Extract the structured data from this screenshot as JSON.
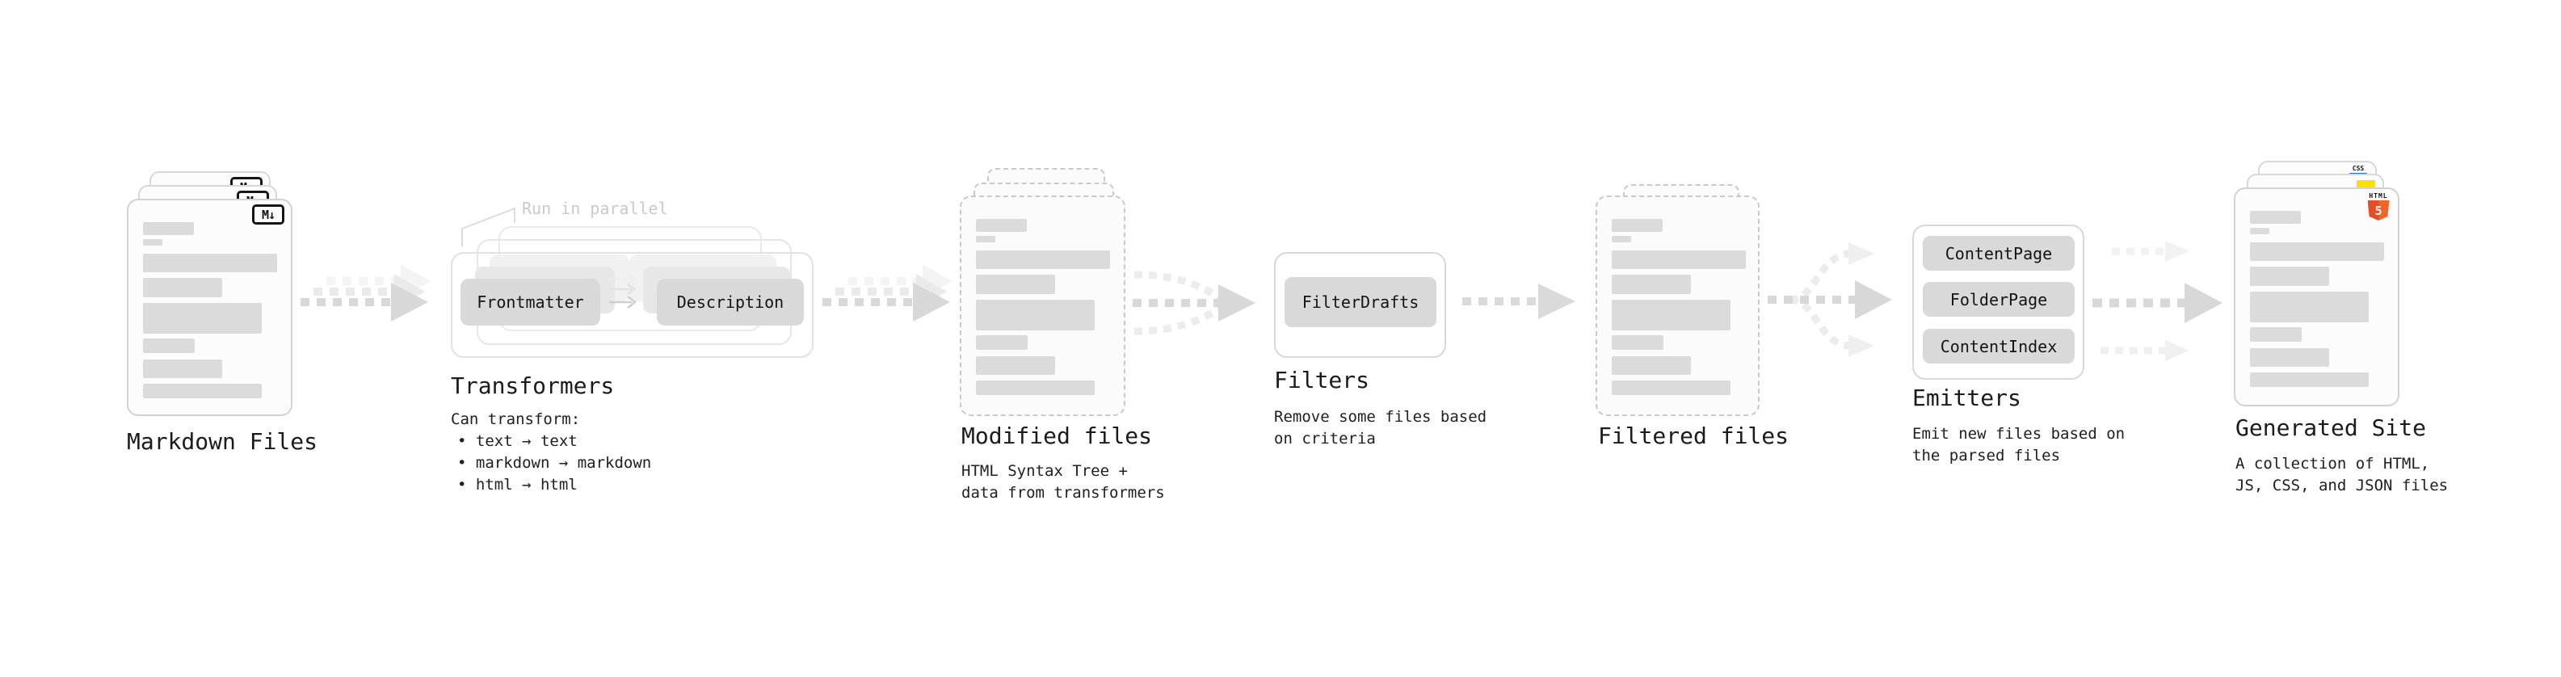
{
  "diagram": {
    "markdown_files": {
      "label": "Markdown Files",
      "badge": "M↓"
    },
    "transformers": {
      "annotation": "Run in parallel",
      "source_node": "Frontmatter",
      "target_node": "Description",
      "label": "Transformers",
      "desc_heading": "Can transform:",
      "bullets": [
        "• text → text",
        "• markdown → markdown",
        "• html → html"
      ]
    },
    "modified_files": {
      "label": "Modified files",
      "desc": "HTML Syntax Tree +\ndata from transformers"
    },
    "filters": {
      "node": "FilterDrafts",
      "label": "Filters",
      "desc": "Remove some files based\non criteria"
    },
    "filtered_files": {
      "label": "Filtered files"
    },
    "emitters": {
      "nodes": [
        "ContentPage",
        "FolderPage",
        "ContentIndex"
      ],
      "label": "Emitters",
      "desc": "Emit new files based on\nthe parsed files"
    },
    "generated_site": {
      "label": "Generated Site",
      "desc": "A collection of HTML,\nJS, CSS, and JSON files",
      "html_badge_word": "HTML",
      "html_badge_number": "5",
      "css_badge": "CSS"
    }
  },
  "colors": {
    "html5_orange": "#e44d26",
    "js_yellow": "#ffdf00",
    "css_blue": "#2e63f1",
    "node_gray": "#d9d9d9"
  }
}
